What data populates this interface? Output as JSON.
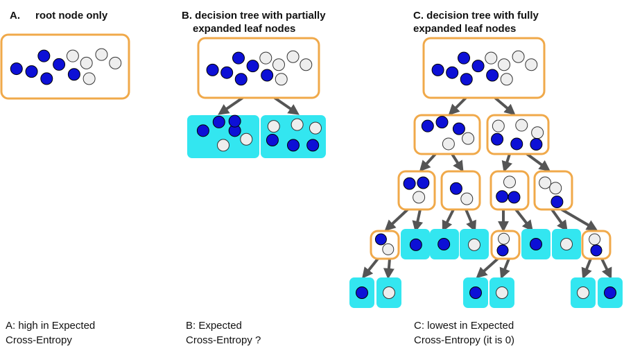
{
  "colors": {
    "internal_fill": "#ffffff",
    "internal_border": "#f0a94a",
    "leaf_fill": "#33e6f0",
    "arrow": "#555555",
    "blue_ball": "#0d10d6",
    "blue_ball_stroke": "#000000",
    "white_ball": "#eeeeee",
    "white_ball_stroke": "#333333"
  },
  "panels": {
    "a": {
      "title_prefix": "A.",
      "title_lines": [
        "root node only"
      ],
      "caption_lines": [
        "A: high in Expected",
        "Cross-Entropy"
      ]
    },
    "b": {
      "title_lines": [
        "B. decision tree with partially",
        "expanded leaf nodes"
      ],
      "caption_lines": [
        "B: Expected",
        "Cross-Entropy ?"
      ]
    },
    "c": {
      "title_lines": [
        "C. decision tree with fully",
        "expanded leaf nodes"
      ],
      "caption_lines": [
        "C: lowest in Expected",
        "Cross-Entropy (it is 0)"
      ]
    }
  },
  "trees": {
    "a_root": {
      "blue": 6,
      "white": 5
    },
    "b_root": {
      "blue": 6,
      "white": 5
    },
    "b_left_leaf": {
      "blue": 4,
      "white": 2
    },
    "b_right_leaf": {
      "blue": 3,
      "white": 3
    },
    "c_root": {
      "blue": 6,
      "white": 5
    },
    "c_level1": [
      {
        "blue": 3,
        "white": 2
      },
      {
        "blue": 3,
        "white": 3
      }
    ],
    "c_level2": [
      {
        "blue": 2,
        "white": 1
      },
      {
        "blue": 1,
        "white": 1
      },
      {
        "blue": 2,
        "white": 1
      },
      {
        "blue": 1,
        "white": 2
      }
    ],
    "c_level3_leaves": [
      "blue",
      "blue",
      "white",
      "blue",
      "white"
    ],
    "c_level3_mixed": [
      {
        "blue": 1,
        "white": 1
      },
      {
        "blue": 1,
        "white": 1
      },
      {
        "blue": 1,
        "white": 1
      }
    ],
    "c_level4_leaves": [
      "blue",
      "white",
      "blue",
      "white",
      "white",
      "blue"
    ]
  }
}
